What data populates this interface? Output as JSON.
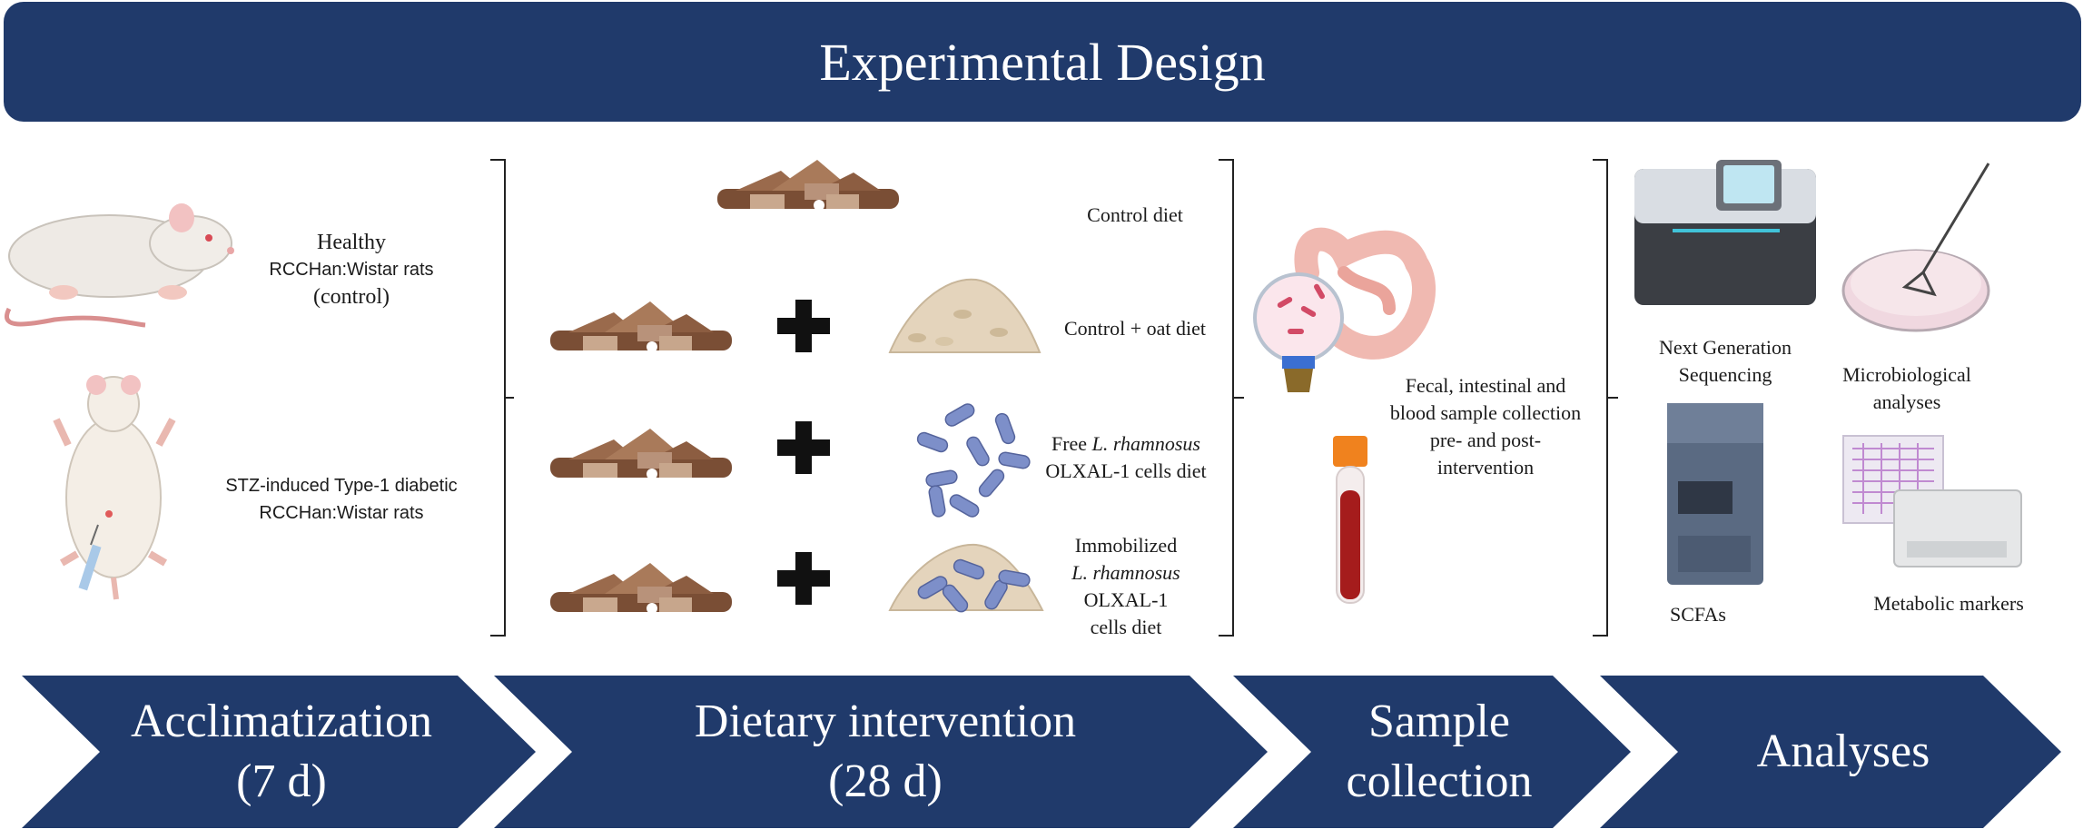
{
  "title": "Experimental Design",
  "groups": {
    "healthy": {
      "line1": "Healthy",
      "line2": "RCCHan:Wistar rats",
      "line3": "(control)"
    },
    "diabetic": {
      "line1": "STZ-induced Type-1 diabetic",
      "line2": "RCCHan:Wistar rats"
    }
  },
  "diets": {
    "control": "Control diet",
    "oat": "Control + oat diet",
    "free_line1_prefix": "Free",
    "free_line1_species": "L. rhamnosus",
    "free_line2": "OLXAL-1 cells diet",
    "immob_line1": "Immobilized",
    "immob_line2": "L. rhamnosus",
    "immob_line3": "OLXAL-1",
    "immob_line4": "cells diet"
  },
  "sample": {
    "line1": "Fecal, intestinal and",
    "line2": "blood sample collection",
    "line3": "pre- and post-",
    "line4": "intervention"
  },
  "analyses": {
    "ngs_line1": "Next Generation",
    "ngs_line2": "Sequencing",
    "micro_line1": "Microbiological",
    "micro_line2": "analyses",
    "scfa": "SCFAs",
    "metabolic": "Metabolic markers"
  },
  "phases": [
    {
      "line1": "Acclimatization",
      "line2": "(7 d)"
    },
    {
      "line1": "Dietary intervention",
      "line2": "(28 d)"
    },
    {
      "line1": "Sample",
      "line2": "collection"
    },
    {
      "line1": "Analyses",
      "line2": ""
    }
  ],
  "colors": {
    "banner": "#203a6b",
    "chevron": "#203a6b",
    "text_on_dark": "#ffffff"
  },
  "icons": [
    "rat-icon",
    "diabetic-rat-icon",
    "rodent-chow-icon",
    "plus-icon",
    "oats-icon",
    "bacteria-icon",
    "immobilized-bacteria-icon",
    "intestine-icon",
    "blood-tube-icon",
    "sequencer-icon",
    "petri-dish-icon",
    "hplc-instrument-icon",
    "plate-reader-icon"
  ]
}
